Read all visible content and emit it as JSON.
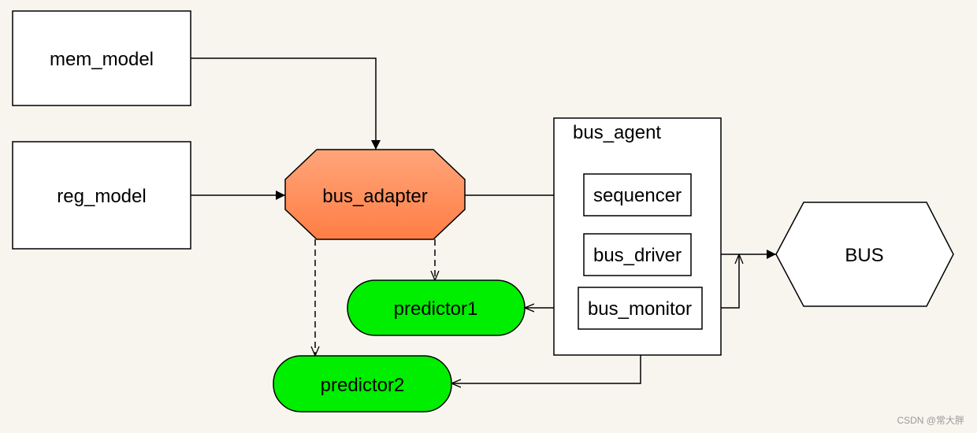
{
  "nodes": {
    "mem_model": "mem_model",
    "reg_model": "reg_model",
    "bus_adapter": "bus_adapter",
    "bus_agent": "bus_agent",
    "sequencer": "sequencer",
    "bus_driver": "bus_driver",
    "bus_monitor": "bus_monitor",
    "bus": "BUS",
    "predictor1": "predictor1",
    "predictor2": "predictor2"
  },
  "colors": {
    "adapter_fill_top": "#ffa57a",
    "adapter_fill_bottom": "#ff7e45",
    "predictor_fill": "#00ee00",
    "box_fill": "#ffffff",
    "background": "#f8f5ef"
  },
  "watermark": "CSDN @常大胖"
}
